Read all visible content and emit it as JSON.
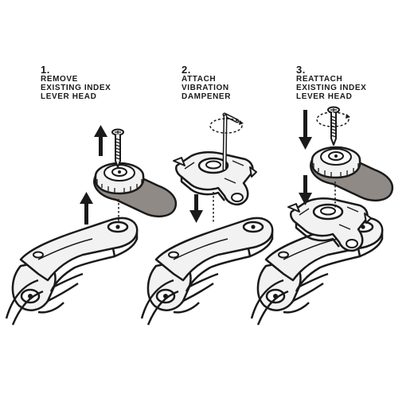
{
  "steps": [
    {
      "number": "1.",
      "lines": [
        "REMOVE",
        "EXISTING INDEX",
        "LEVER HEAD"
      ]
    },
    {
      "number": "2.",
      "lines": [
        "ATTACH",
        "VIBRATION",
        "DAMPENER"
      ]
    },
    {
      "number": "3.",
      "lines": [
        "REATTACH",
        "EXISTING INDEX",
        "LEVER HEAD"
      ]
    }
  ],
  "colors": {
    "ink": "#1a1a1a",
    "pad": "#8f8a86",
    "metal": "#f2f2f2"
  }
}
